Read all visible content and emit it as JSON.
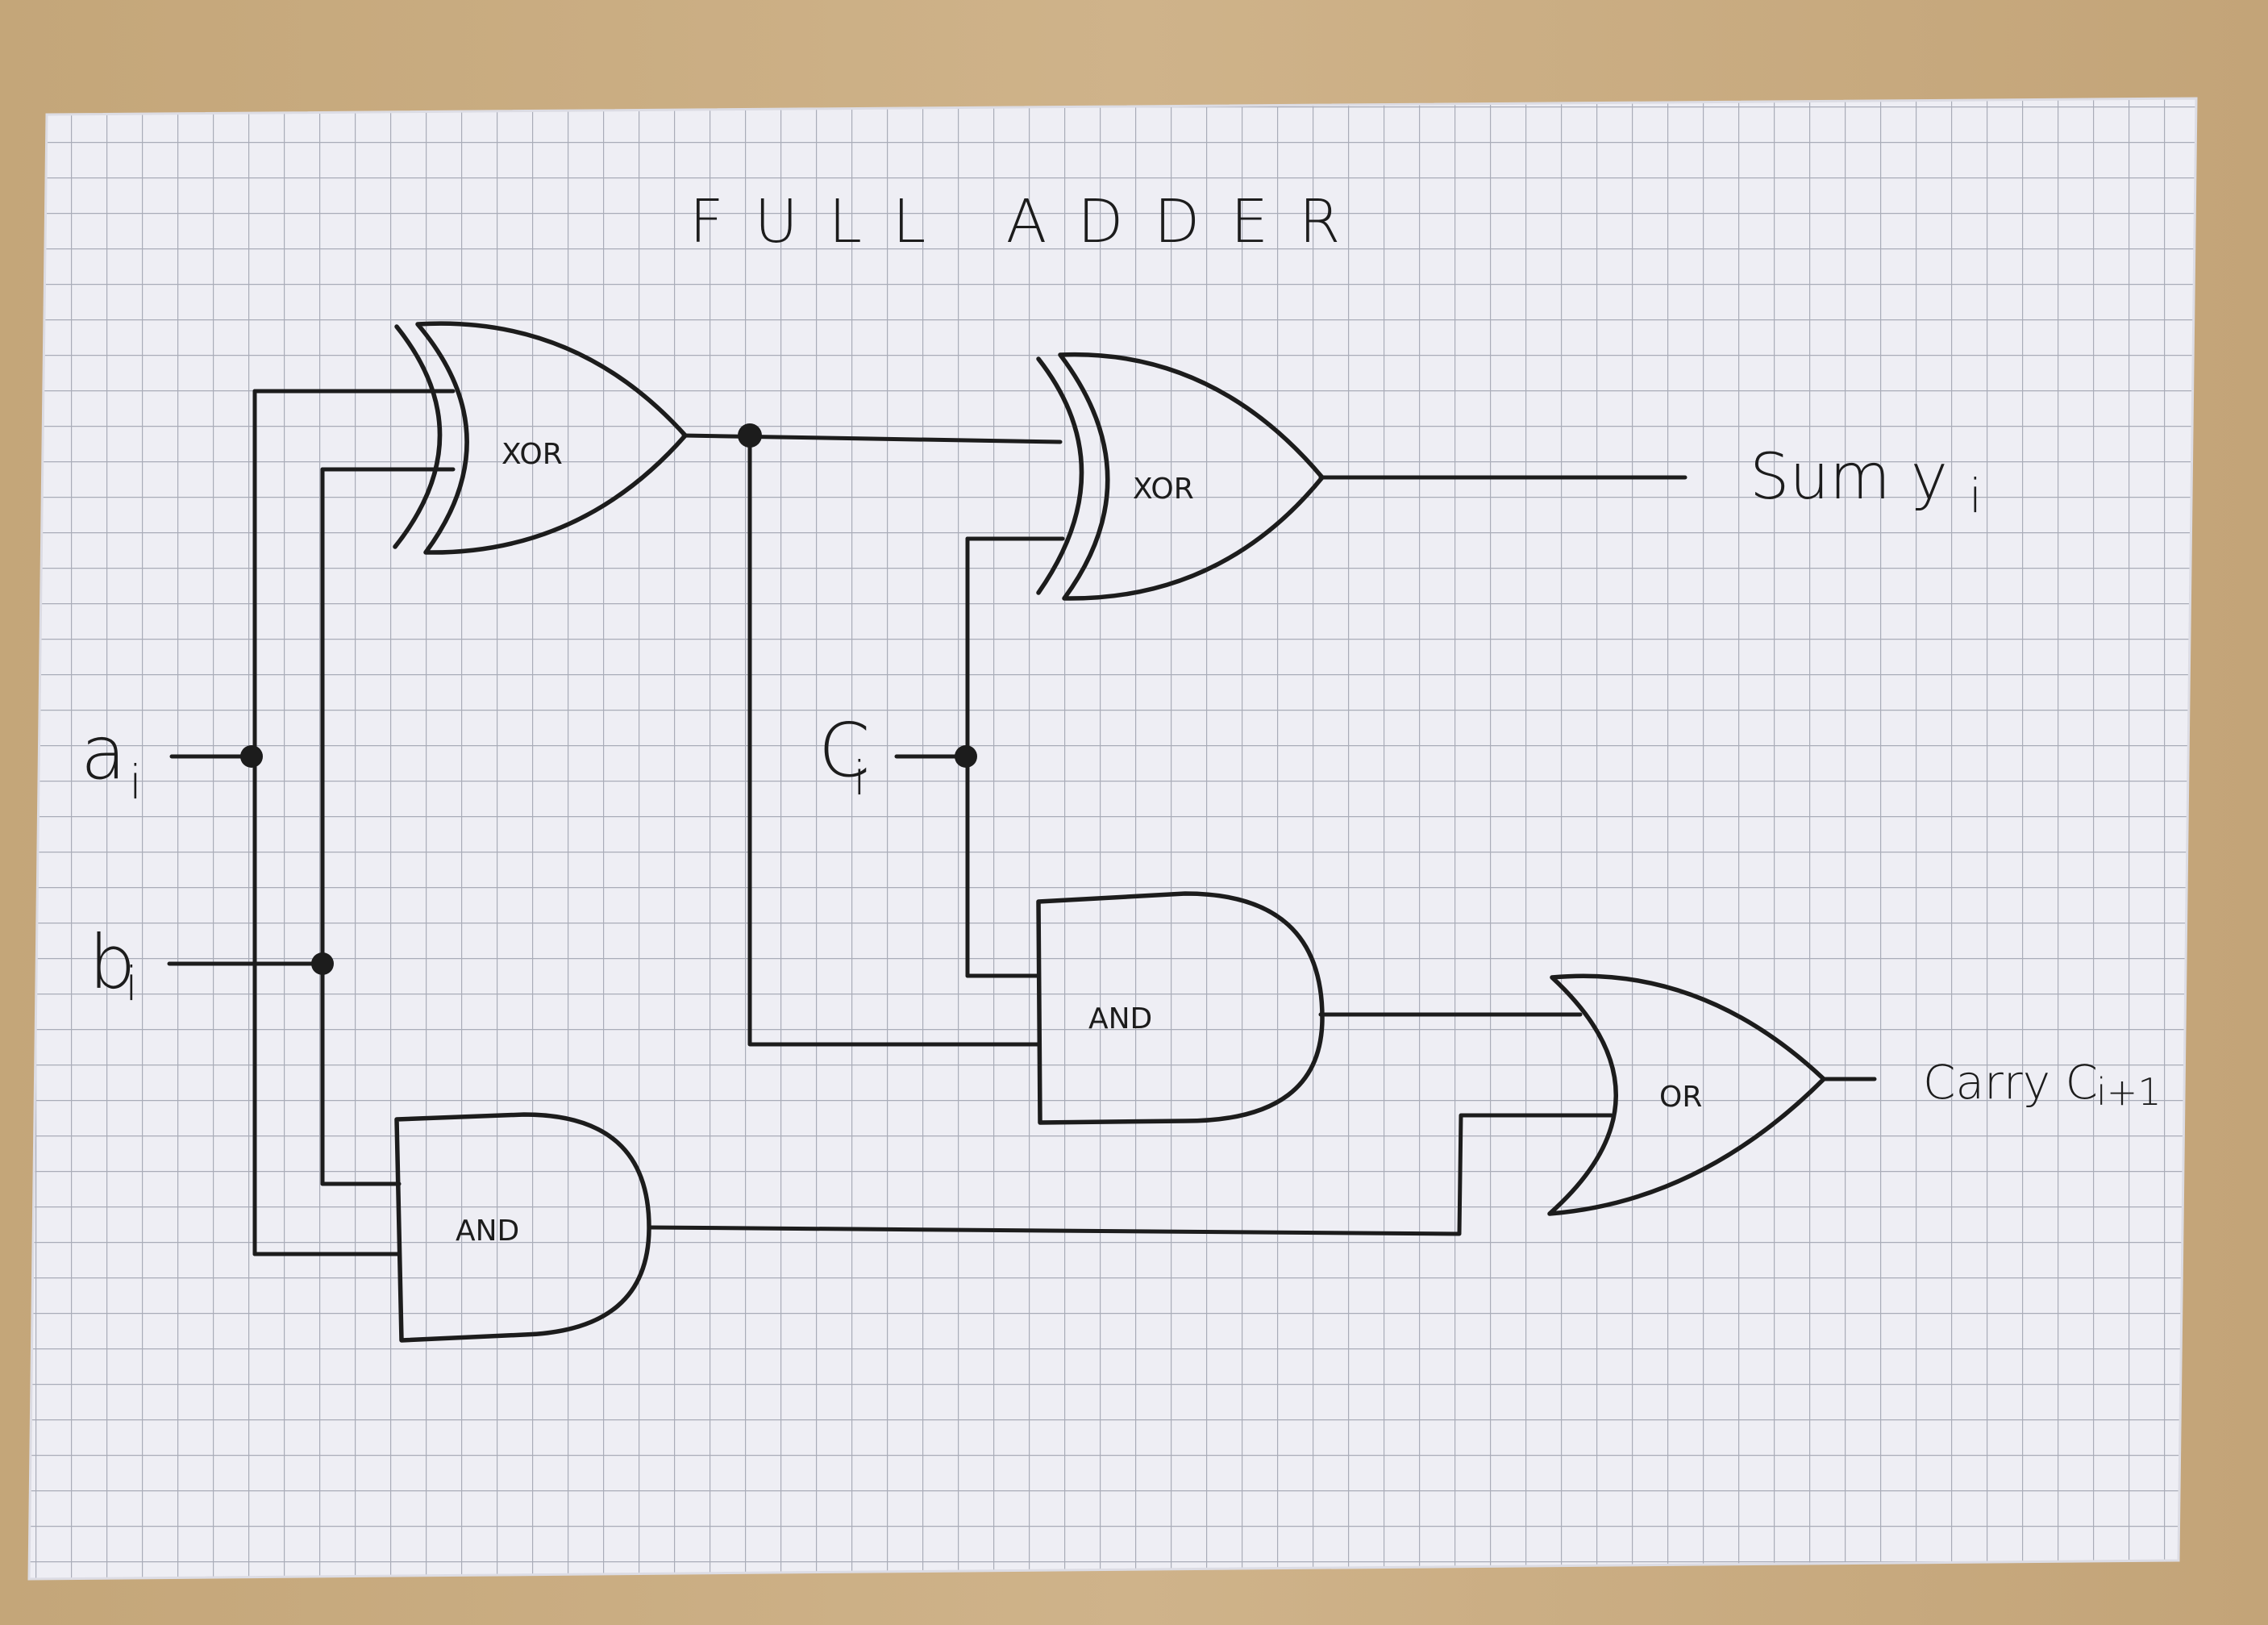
{
  "title": "FULL ADDER",
  "gates": {
    "xor1": "XOR",
    "xor2": "XOR",
    "and1": "AND",
    "and2": "AND",
    "or1": "OR"
  },
  "inputs": {
    "a": {
      "main": "a",
      "sub": "i"
    },
    "b": {
      "main": "b",
      "sub": "i"
    },
    "c": {
      "main": "C",
      "sub": "i"
    }
  },
  "outputs": {
    "sum": "Sum y",
    "sum_sub": "i",
    "carry": "Carry C",
    "carry_sub": "i+1"
  },
  "colors": {
    "paper": "#eeeef4",
    "grid": "#a9acb8",
    "ink": "#1c1c1c",
    "wood": "#c9ad82"
  }
}
